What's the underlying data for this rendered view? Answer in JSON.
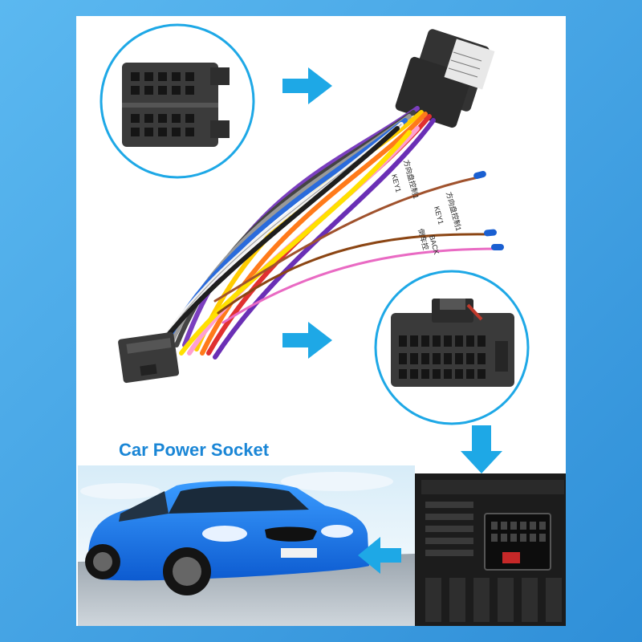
{
  "caption": "Car Power Socket",
  "wire_labels": {
    "key1_top": "KEY1",
    "key1_top_sub": "方向盘控制1",
    "key1_mid": "KEY1",
    "key1_mid_sub": "方向盘控制1",
    "back": "BACK",
    "back_sub": "倒车控"
  },
  "colors": {
    "frame_blue": "#3aa3e8",
    "panel": "#ffffff",
    "arrow": "#1ea8e6",
    "caption": "#1a86d6",
    "connector_dark": "#3b3b3b",
    "car_body": "#1a73e8"
  },
  "icons": [
    "arrow-right-icon",
    "arrow-right-icon",
    "arrow-down-icon",
    "arrow-left-icon"
  ]
}
